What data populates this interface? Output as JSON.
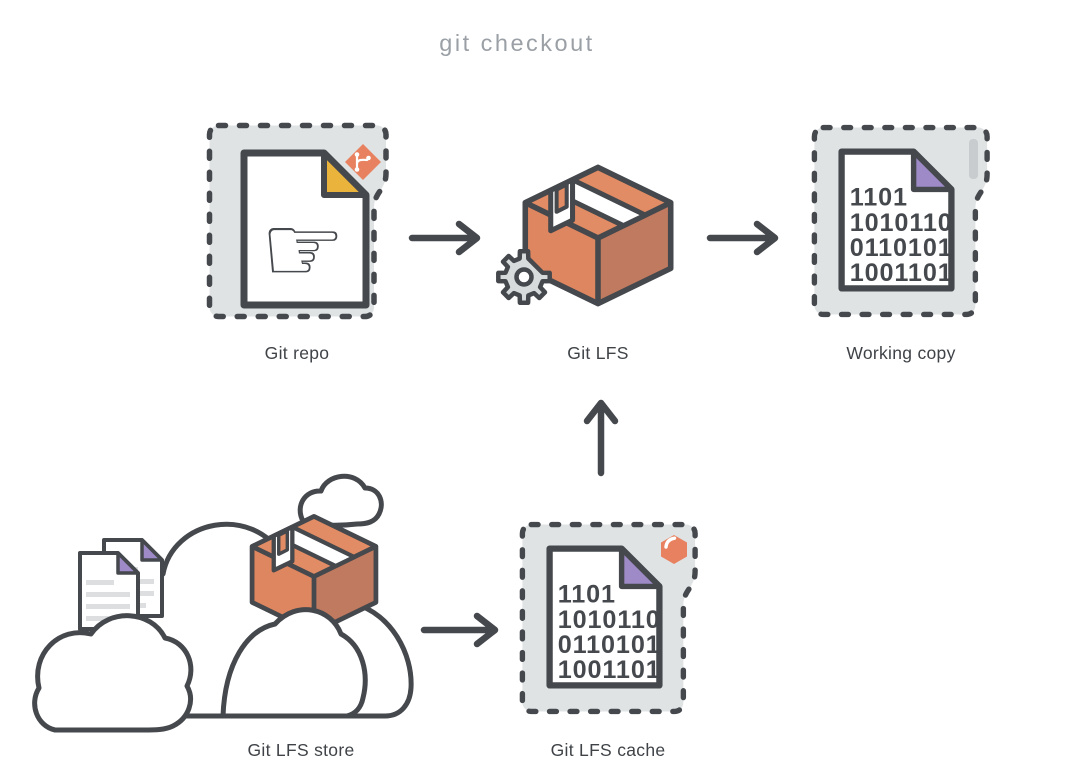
{
  "diagram": {
    "title": "git checkout",
    "nodes": [
      {
        "id": "git-repo",
        "label": "Git repo",
        "icon": "pointer-file-icon",
        "badge": "git-branch-badge"
      },
      {
        "id": "git-lfs",
        "label": "Git LFS",
        "icon": "package-box-icon",
        "accessory": "gear-icon"
      },
      {
        "id": "working-copy",
        "label": "Working copy",
        "icon": "binary-file-icon"
      },
      {
        "id": "git-lfs-store",
        "label": "Git LFS store",
        "icon": "cloud-package-documents-icon"
      },
      {
        "id": "git-lfs-cache",
        "label": "Git LFS cache",
        "icon": "binary-file-icon",
        "badge": "package-badge"
      }
    ],
    "edges": [
      {
        "from": "git-repo",
        "to": "git-lfs",
        "direction": "right"
      },
      {
        "from": "git-lfs",
        "to": "working-copy",
        "direction": "right"
      },
      {
        "from": "git-lfs-store",
        "to": "git-lfs-cache",
        "direction": "right"
      },
      {
        "from": "git-lfs-cache",
        "to": "git-lfs",
        "direction": "up"
      }
    ],
    "binary_lines": [
      "1101",
      "1010110",
      "0110101",
      "1001101"
    ],
    "pointer_glyph": "☞",
    "colors": {
      "outline": "#45484c",
      "box_fill": "#e0e3e4",
      "orange_top": "#e18c64",
      "orange_left": "#de8660",
      "orange_right": "#c07a5f",
      "badge_orange": "#e8815f",
      "yellow_fold": "#eab33c",
      "purple_fold": "#9d8ac6",
      "gear_gray": "#d8dbdc",
      "doc_line_gray": "#dcdedf",
      "title_gray": "#9aa0a6",
      "label_gray": "#3f4347"
    }
  }
}
